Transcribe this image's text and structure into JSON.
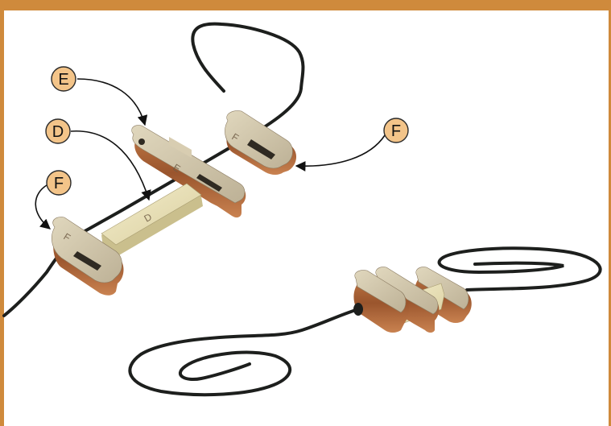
{
  "colors": {
    "frame": "#cf8a3c",
    "plywood_face": "#d5cbb0",
    "plywood_edge": "#b06a3c",
    "plywood_edge_dark": "#8a4a26",
    "spacer": "#ece3bd",
    "cord": "#1d1f1d",
    "callout_fill": "#f3c489",
    "callout_stroke": "#2a2a2a"
  },
  "callouts": {
    "e": "E",
    "d": "D",
    "f_left": "F",
    "f_right": "F"
  },
  "part_marks": {
    "e_piece": "E",
    "d_spacer": "D",
    "f_piece": "F"
  }
}
